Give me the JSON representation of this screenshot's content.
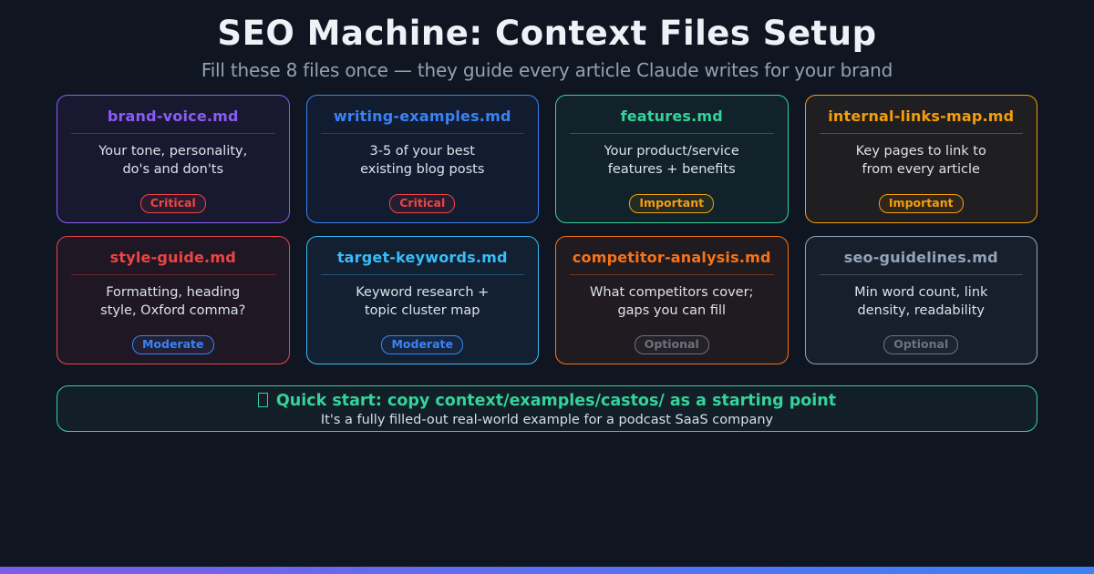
{
  "page": {
    "title": "SEO Machine: Context Files Setup",
    "subtitle": "Fill these 8 files once — they guide every article Claude writes for your brand",
    "background": "#101522"
  },
  "cards": [
    {
      "filename": "brand-voice.md",
      "line1": "Your tone, personality,",
      "line2": "do's and don'ts",
      "badge": "Critical",
      "accent": "#8b5cf6",
      "badge_color": "#ef4444"
    },
    {
      "filename": "writing-examples.md",
      "line1": "3-5 of your best",
      "line2": "existing blog posts",
      "badge": "Critical",
      "accent": "#3b82f6",
      "badge_color": "#ef4444"
    },
    {
      "filename": "features.md",
      "line1": "Your product/service",
      "line2": "features + benefits",
      "badge": "Important",
      "accent": "#34d399",
      "badge_color": "#f59e0b"
    },
    {
      "filename": "internal-links-map.md",
      "line1": "Key pages to link to",
      "line2": "from every article",
      "badge": "Important",
      "accent": "#f59e0b",
      "badge_color": "#f59e0b"
    },
    {
      "filename": "style-guide.md",
      "line1": "Formatting, heading",
      "line2": "style, Oxford comma?",
      "badge": "Moderate",
      "accent": "#ef4444",
      "badge_color": "#3b82f6"
    },
    {
      "filename": "target-keywords.md",
      "line1": "Keyword research +",
      "line2": "topic cluster map",
      "badge": "Moderate",
      "accent": "#38bdf8",
      "badge_color": "#3b82f6"
    },
    {
      "filename": "competitor-analysis.md",
      "line1": "What competitors cover;",
      "line2": "gaps you can fill",
      "badge": "Optional",
      "accent": "#f97316",
      "badge_color": "#6b7280"
    },
    {
      "filename": "seo-guidelines.md",
      "line1": "Min word count, link",
      "line2": "density, readability",
      "badge": "Optional",
      "accent": "#94a3b8",
      "badge_color": "#6b7280"
    }
  ],
  "quick_start": {
    "icon": "lightbulb-missing-glyph-box",
    "title": "Quick start: copy context/examples/castos/ as a starting point",
    "subtitle": "It's a fully filled-out real-world example for a podcast SaaS company",
    "accent": "#34d399"
  },
  "footer_bar": {
    "gradient_from": "#7c5ce8",
    "gradient_to": "#3b82f6"
  }
}
